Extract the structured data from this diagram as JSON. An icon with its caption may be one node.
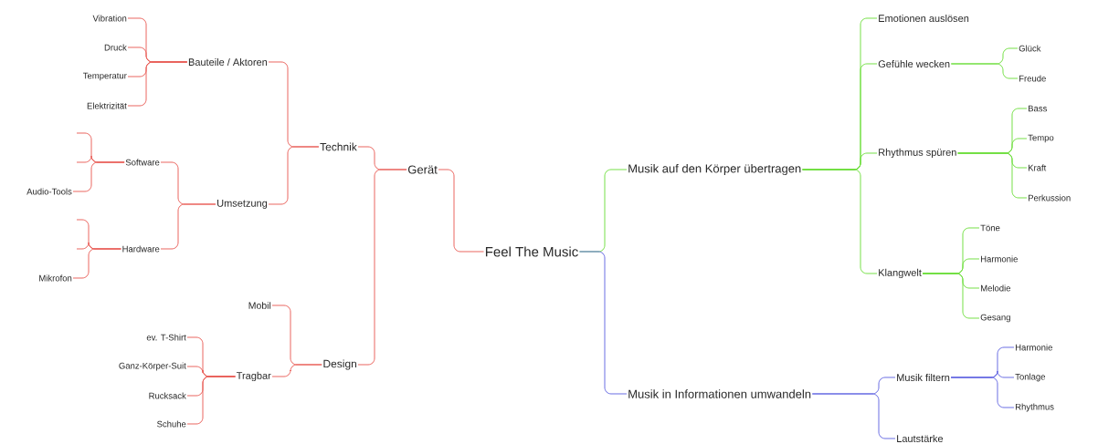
{
  "diagram": {
    "nodes": [
      {
        "text": [
          "Feel The Music"
        ]
      },
      {
        "text": [
          "Gerät"
        ]
      },
      {
        "text": [
          "Technik"
        ]
      },
      {
        "text": [
          "Bauteile / Aktoren"
        ]
      },
      {
        "text": [
          "Vibration"
        ]
      },
      {
        "text": [
          "Druck"
        ]
      },
      {
        "text": [
          "Temperatur"
        ]
      },
      {
        "text": [
          "Elektrizität"
        ]
      },
      {
        "text": [
          "Umsetzung"
        ]
      },
      {
        "text": [
          "Software"
        ]
      },
      {
        "text": [
          "Audio-Tools"
        ]
      },
      {
        "text": [
          "Hardware"
        ]
      },
      {
        "text": [
          "Mikrofon"
        ]
      },
      {
        "text": [
          "Design"
        ]
      },
      {
        "text": [
          "Mobil"
        ]
      },
      {
        "text": [
          "Tragbar"
        ]
      },
      {
        "text": [
          "ev. T-Shirt"
        ]
      },
      {
        "text": [
          "Ganz-Körper-Suit"
        ]
      },
      {
        "text": [
          "Rucksack"
        ]
      },
      {
        "text": [
          "Schuhe"
        ]
      },
      {
        "text": [
          "Musik auf den Körper übertragen"
        ]
      },
      {
        "text": [
          "Emotionen auslösen"
        ]
      },
      {
        "text": [
          "Gefühle wecken"
        ]
      },
      {
        "text": [
          "Glück"
        ]
      },
      {
        "text": [
          "Freude"
        ]
      },
      {
        "text": [
          "Rhythmus spüren"
        ]
      },
      {
        "text": [
          "Bass"
        ]
      },
      {
        "text": [
          "Tempo"
        ]
      },
      {
        "text": [
          "Kraft"
        ]
      },
      {
        "text": [
          "Perkussion"
        ]
      },
      {
        "text": [
          "Klangwelt"
        ]
      },
      {
        "text": [
          "Töne"
        ]
      },
      {
        "text": [
          "Harmonie"
        ]
      },
      {
        "text": [
          "Melodie"
        ]
      },
      {
        "text": [
          "Gesang"
        ]
      },
      {
        "text": [
          "Musik in Informationen umwandeln"
        ]
      },
      {
        "text": [
          "Musik filtern"
        ]
      },
      {
        "text": [
          "Harmonie"
        ]
      },
      {
        "text": [
          "Tonlage"
        ]
      },
      {
        "text": [
          "Rhythmus"
        ]
      },
      {
        "text": [
          "Lautstärke"
        ]
      }
    ],
    "edges": [
      {
        "from": 0,
        "to": 1,
        "arrow": "none",
        "color": "#e8554e"
      },
      {
        "from": 1,
        "to": 2,
        "arrow": "none",
        "color": "#e8554e"
      },
      {
        "from": 2,
        "to": 3,
        "arrow": "none",
        "color": "#e8554e"
      },
      {
        "from": 3,
        "to": 4,
        "arrow": "none",
        "color": "#e8554e"
      },
      {
        "from": 3,
        "to": 5,
        "arrow": "none",
        "color": "#e8554e"
      },
      {
        "from": 3,
        "to": 6,
        "arrow": "none",
        "color": "#e8554e"
      },
      {
        "from": 3,
        "to": 7,
        "arrow": "none",
        "color": "#e8554e"
      },
      {
        "from": 2,
        "to": 8,
        "arrow": "none",
        "color": "#e8554e"
      },
      {
        "from": 8,
        "to": 9,
        "arrow": "none",
        "color": "#e8554e"
      },
      {
        "from": 9,
        "to": null,
        "arrow": "none",
        "color": "#e8554e"
      },
      {
        "from": 9,
        "to": null,
        "arrow": "none",
        "color": "#e8554e"
      },
      {
        "from": 9,
        "to": 10,
        "arrow": "none",
        "color": "#e8554e"
      },
      {
        "from": 8,
        "to": 11,
        "arrow": "none",
        "color": "#e8554e"
      },
      {
        "from": 11,
        "to": null,
        "arrow": "none",
        "color": "#e8554e"
      },
      {
        "from": 11,
        "to": null,
        "arrow": "none",
        "color": "#e8554e"
      },
      {
        "from": 11,
        "to": 12,
        "arrow": "none",
        "color": "#e8554e"
      },
      {
        "from": 1,
        "to": 13,
        "arrow": "none",
        "color": "#e8554e"
      },
      {
        "from": 13,
        "to": 14,
        "arrow": "none",
        "color": "#e8554e"
      },
      {
        "from": 13,
        "to": 15,
        "arrow": "none",
        "color": "#e8554e"
      },
      {
        "from": 15,
        "to": 16,
        "arrow": "none",
        "color": "#e8554e"
      },
      {
        "from": 15,
        "to": 17,
        "arrow": "none",
        "color": "#e8554e"
      },
      {
        "from": 15,
        "to": 18,
        "arrow": "none",
        "color": "#e8554e"
      },
      {
        "from": 15,
        "to": 19,
        "arrow": "none",
        "color": "#e8554e"
      },
      {
        "from": 0,
        "to": 20,
        "arrow": "none",
        "color": "#66dd33"
      },
      {
        "from": 20,
        "to": 21,
        "arrow": "none",
        "color": "#66dd33"
      },
      {
        "from": 20,
        "to": 22,
        "arrow": "none",
        "color": "#66dd33"
      },
      {
        "from": 22,
        "to": 23,
        "arrow": "none",
        "color": "#66dd33"
      },
      {
        "from": 22,
        "to": 24,
        "arrow": "none",
        "color": "#66dd33"
      },
      {
        "from": 20,
        "to": 25,
        "arrow": "none",
        "color": "#66dd33"
      },
      {
        "from": 25,
        "to": 26,
        "arrow": "none",
        "color": "#66dd33"
      },
      {
        "from": 25,
        "to": 27,
        "arrow": "none",
        "color": "#66dd33"
      },
      {
        "from": 25,
        "to": 28,
        "arrow": "none",
        "color": "#66dd33"
      },
      {
        "from": 25,
        "to": 29,
        "arrow": "none",
        "color": "#66dd33"
      },
      {
        "from": 20,
        "to": 30,
        "arrow": "none",
        "color": "#66dd33"
      },
      {
        "from": 30,
        "to": 31,
        "arrow": "none",
        "color": "#66dd33"
      },
      {
        "from": 30,
        "to": 32,
        "arrow": "none",
        "color": "#66dd33"
      },
      {
        "from": 30,
        "to": 33,
        "arrow": "none",
        "color": "#66dd33"
      },
      {
        "from": 30,
        "to": 34,
        "arrow": "none",
        "color": "#66dd33"
      },
      {
        "from": 0,
        "to": 35,
        "arrow": "none",
        "color": "#5a5ee0"
      },
      {
        "from": 35,
        "to": 36,
        "arrow": "none",
        "color": "#5a5ee0"
      },
      {
        "from": 36,
        "to": 37,
        "arrow": "none",
        "color": "#5a5ee0"
      },
      {
        "from": 36,
        "to": 38,
        "arrow": "none",
        "color": "#5a5ee0"
      },
      {
        "from": 36,
        "to": 39,
        "arrow": "none",
        "color": "#5a5ee0"
      },
      {
        "from": 35,
        "to": 40,
        "arrow": "none",
        "color": "#5a5ee0"
      }
    ]
  }
}
